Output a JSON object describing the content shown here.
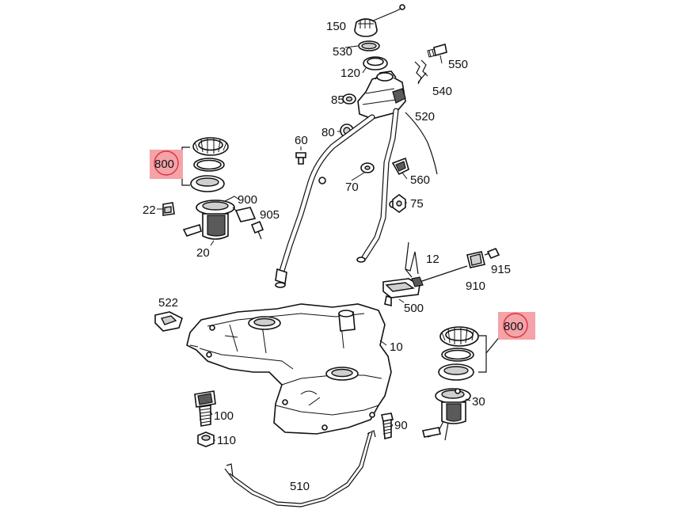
{
  "callouts": {
    "c150": "150",
    "c530": "530",
    "c120": "120",
    "c85": "85",
    "c80": "80",
    "c60": "60",
    "c550": "550",
    "c540": "540",
    "c520": "520",
    "c560": "560",
    "c70": "70",
    "c75": "75",
    "c800a": "800",
    "c900": "900",
    "c905": "905",
    "c22": "22",
    "c20": "20",
    "c12": "12",
    "c915": "915",
    "c910": "910",
    "c500": "500",
    "c522": "522",
    "c10": "10",
    "c800b": "800",
    "c30": "30",
    "c100": "100",
    "c110": "110",
    "c90": "90",
    "c510": "510"
  },
  "colors": {
    "highlight_fill": "#f4a3a8",
    "highlight_stroke": "#d9343e",
    "line": "#111111",
    "background": "#ffffff"
  }
}
